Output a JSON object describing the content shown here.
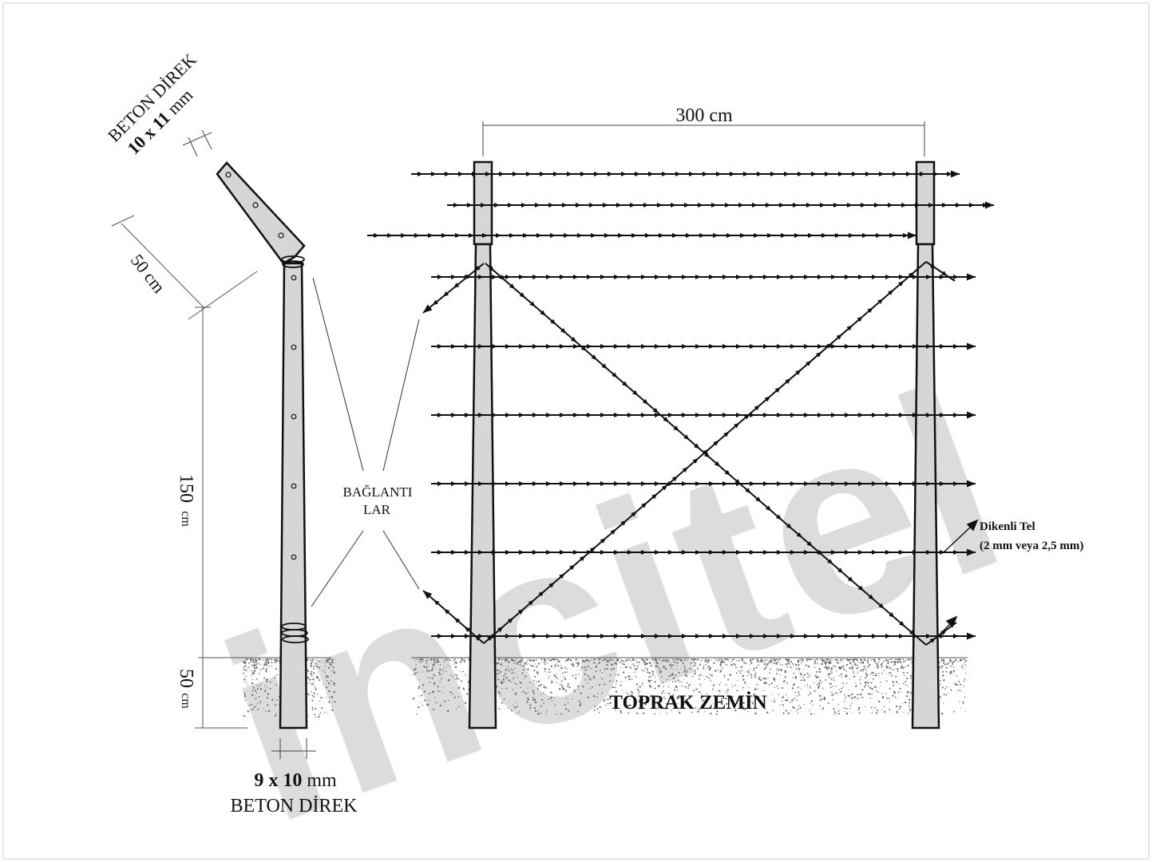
{
  "watermark": "incitel",
  "left_post": {
    "top_label": "BETON DİREK",
    "top_size": "10 x 11",
    "top_size_unit": "mm",
    "arm_length": "50 cm",
    "above_ground_height": "150",
    "above_ground_unit": "cm",
    "below_ground_depth": "50",
    "below_ground_unit": "cm",
    "bottom_size": "9 x 10",
    "bottom_size_unit": "mm",
    "bottom_label": "BETON DİREK"
  },
  "connections_label_line1": "BAĞLANTI",
  "connections_label_line2": "LAR",
  "span_label": "300 cm",
  "wire_label_line1": "Dikenli Tel",
  "wire_label_line2": "(2 mm veya 2,5 mm)",
  "ground_label": "TOPRAK ZEMİN",
  "colors": {
    "post_fill": "#d6d6d6",
    "line": "#111111",
    "watermark": "#d9d9d9",
    "dimension_line": "#555555"
  }
}
